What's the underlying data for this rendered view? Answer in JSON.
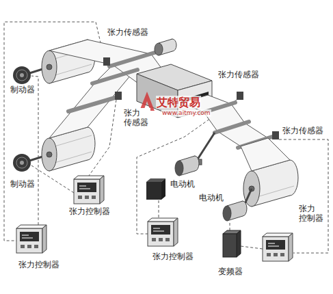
{
  "diagram": {
    "labels": [
      "张力传感器",
      "制动器",
      "张力传感器",
      "张力 传感器",
      "张力传感器",
      "制动器",
      "电动机",
      "张力控制器",
      "电动机",
      "张力 控制器",
      "张力控制器",
      "张力控制器",
      "变频器",
      "艾特贸易",
      "www.aitmy.com"
    ]
  }
}
